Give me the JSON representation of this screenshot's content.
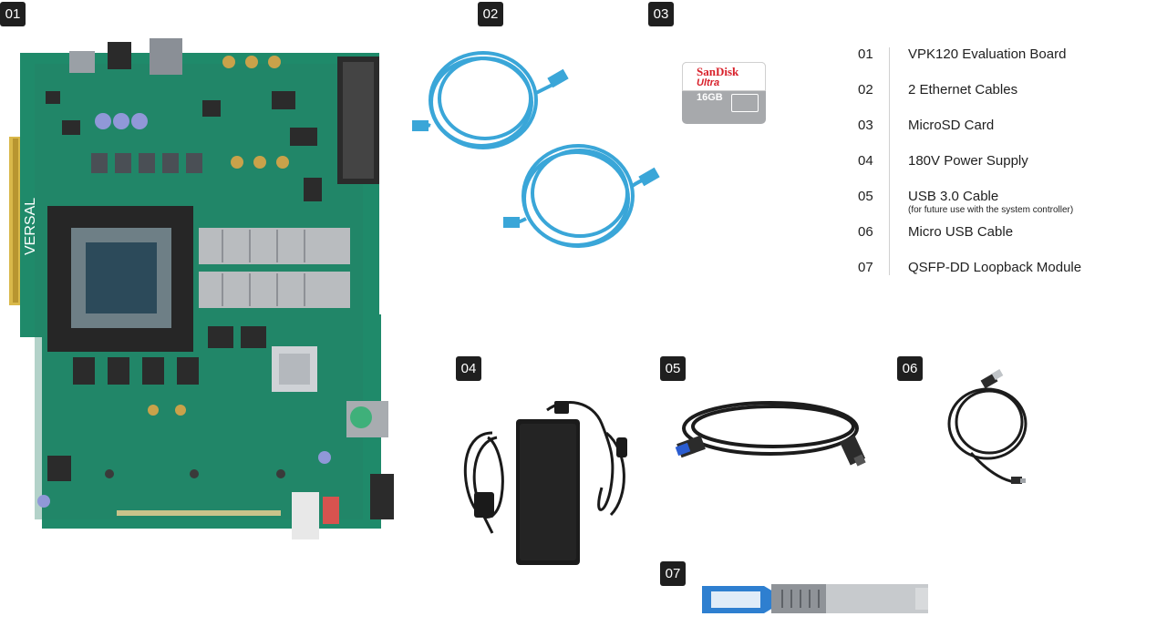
{
  "badges": [
    "01",
    "02",
    "03",
    "04",
    "05",
    "06",
    "07"
  ],
  "items": [
    {
      "num": "01",
      "name": "VPK120 Evaluation Board",
      "note": ""
    },
    {
      "num": "02",
      "name": "2 Ethernet Cables",
      "note": ""
    },
    {
      "num": "03",
      "name": "MicroSD Card",
      "note": ""
    },
    {
      "num": "04",
      "name": "180V Power Supply",
      "note": ""
    },
    {
      "num": "05",
      "name": "USB 3.0 Cable",
      "note": "(for future use with the system controller)"
    },
    {
      "num": "06",
      "name": "Micro USB Cable",
      "note": ""
    },
    {
      "num": "07",
      "name": "QSFP-DD Loopback Module",
      "note": ""
    }
  ],
  "sdcard": {
    "brand": "SanDisk",
    "line": "Ultra",
    "capacity": "16GB"
  },
  "board_label": "VERSAL",
  "colors": {
    "pcb": "#1f8a6a",
    "ethernet": "#3aa6d8",
    "badge": "#1f1f1f",
    "sd_red": "#d8202a",
    "qsfp_blue": "#2e7fd0"
  }
}
